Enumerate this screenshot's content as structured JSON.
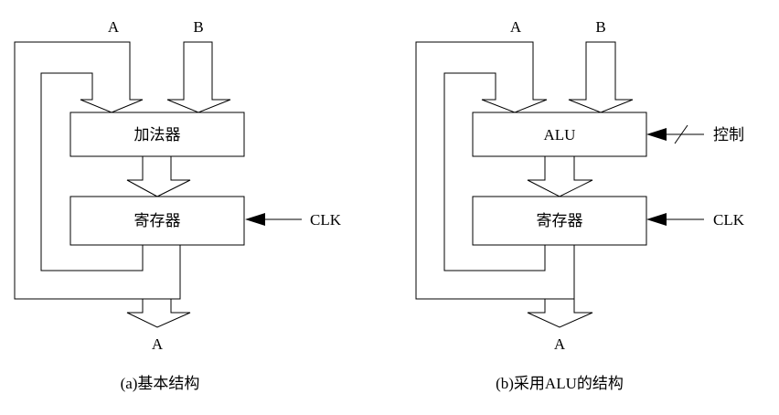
{
  "diagram_a": {
    "input_a": "A",
    "input_b": "B",
    "adder": "加法器",
    "register": "寄存器",
    "clk": "CLK",
    "output": "A",
    "caption": "(a)基本结构"
  },
  "diagram_b": {
    "input_a": "A",
    "input_b": "B",
    "alu": "ALU",
    "control": "控制",
    "register": "寄存器",
    "clk": "CLK",
    "output": "A",
    "caption": "(b)采用ALU的结构"
  }
}
